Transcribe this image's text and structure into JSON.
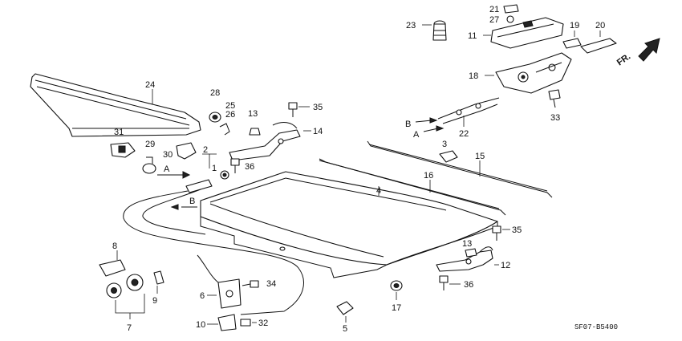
{
  "diagram_code": "SF07-B5400",
  "direction_label": "FR.",
  "cable_labels": {
    "a": "A",
    "b": "B"
  },
  "callouts": {
    "c1": "1",
    "c2": "2",
    "c3": "3",
    "c4": "4",
    "c5": "5",
    "c6": "6",
    "c7": "7",
    "c8": "8",
    "c9": "9",
    "c10": "10",
    "c11": "11",
    "c12": "12",
    "c13a": "13",
    "c13b": "13",
    "c14": "14",
    "c15": "15",
    "c16": "16",
    "c17": "17",
    "c18": "18",
    "c19": "19",
    "c20": "20",
    "c21": "21",
    "c22": "22",
    "c23": "23",
    "c24": "24",
    "c25": "25",
    "c26": "26",
    "c27": "27",
    "c28": "28",
    "c29": "29",
    "c30": "30",
    "c31": "31",
    "c32": "32",
    "c33": "33",
    "c34": "34",
    "c35a": "35",
    "c35b": "35",
    "c36a": "36",
    "c36b": "36"
  }
}
